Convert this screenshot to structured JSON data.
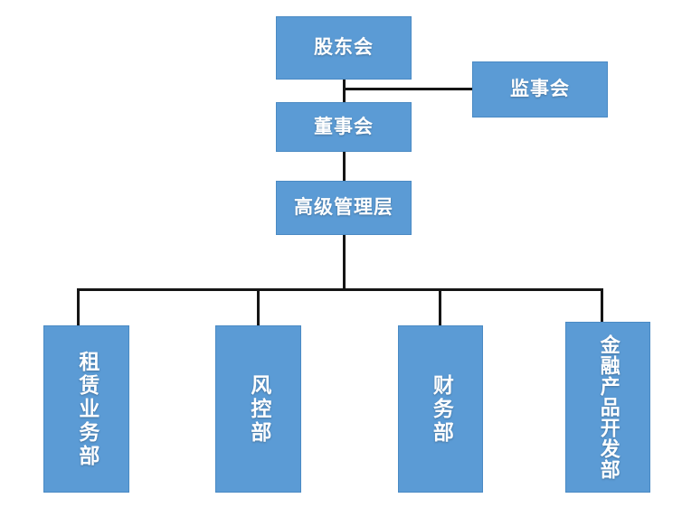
{
  "chart_data": {
    "type": "diagram",
    "diagram_kind": "organizational-chart",
    "title": "",
    "orientation": "top-down",
    "colors": {
      "node_fill": "#5B9BD5",
      "node_border": "#4A8AC4",
      "node_text": "#FFFFFF",
      "connector": "#151515",
      "background": "#FFFFFF"
    },
    "nodes": [
      {
        "id": "shareholders",
        "label": "股东会",
        "level": 0,
        "text_direction": "horizontal"
      },
      {
        "id": "supervisors",
        "label": "监事会",
        "level": 1,
        "text_direction": "horizontal"
      },
      {
        "id": "board",
        "label": "董事会",
        "level": 1,
        "text_direction": "horizontal"
      },
      {
        "id": "management",
        "label": "高级管理层",
        "level": 2,
        "text_direction": "horizontal"
      },
      {
        "id": "leasing",
        "label": "租赁业务部",
        "level": 3,
        "text_direction": "vertical"
      },
      {
        "id": "risk",
        "label": "风控部",
        "level": 3,
        "text_direction": "vertical"
      },
      {
        "id": "finance",
        "label": "财务部",
        "level": 3,
        "text_direction": "vertical"
      },
      {
        "id": "product",
        "label": "金融产品开发部",
        "level": 3,
        "text_direction": "vertical"
      }
    ],
    "edges": [
      {
        "from": "shareholders",
        "to": "board"
      },
      {
        "from": "shareholders",
        "to": "supervisors"
      },
      {
        "from": "board",
        "to": "management"
      },
      {
        "from": "management",
        "to": "leasing"
      },
      {
        "from": "management",
        "to": "risk"
      },
      {
        "from": "management",
        "to": "finance"
      },
      {
        "from": "management",
        "to": "product"
      }
    ]
  },
  "nodes": {
    "shareholders": {
      "label": "股东会"
    },
    "supervisors": {
      "label": "监事会"
    },
    "board": {
      "label": "董事会"
    },
    "management": {
      "label": "高级管理层"
    },
    "leasing": {
      "label": "租赁业务部"
    },
    "risk": {
      "label": "风控部"
    },
    "finance": {
      "label": "财务部"
    },
    "product": {
      "label": "金融产品开发部"
    }
  }
}
